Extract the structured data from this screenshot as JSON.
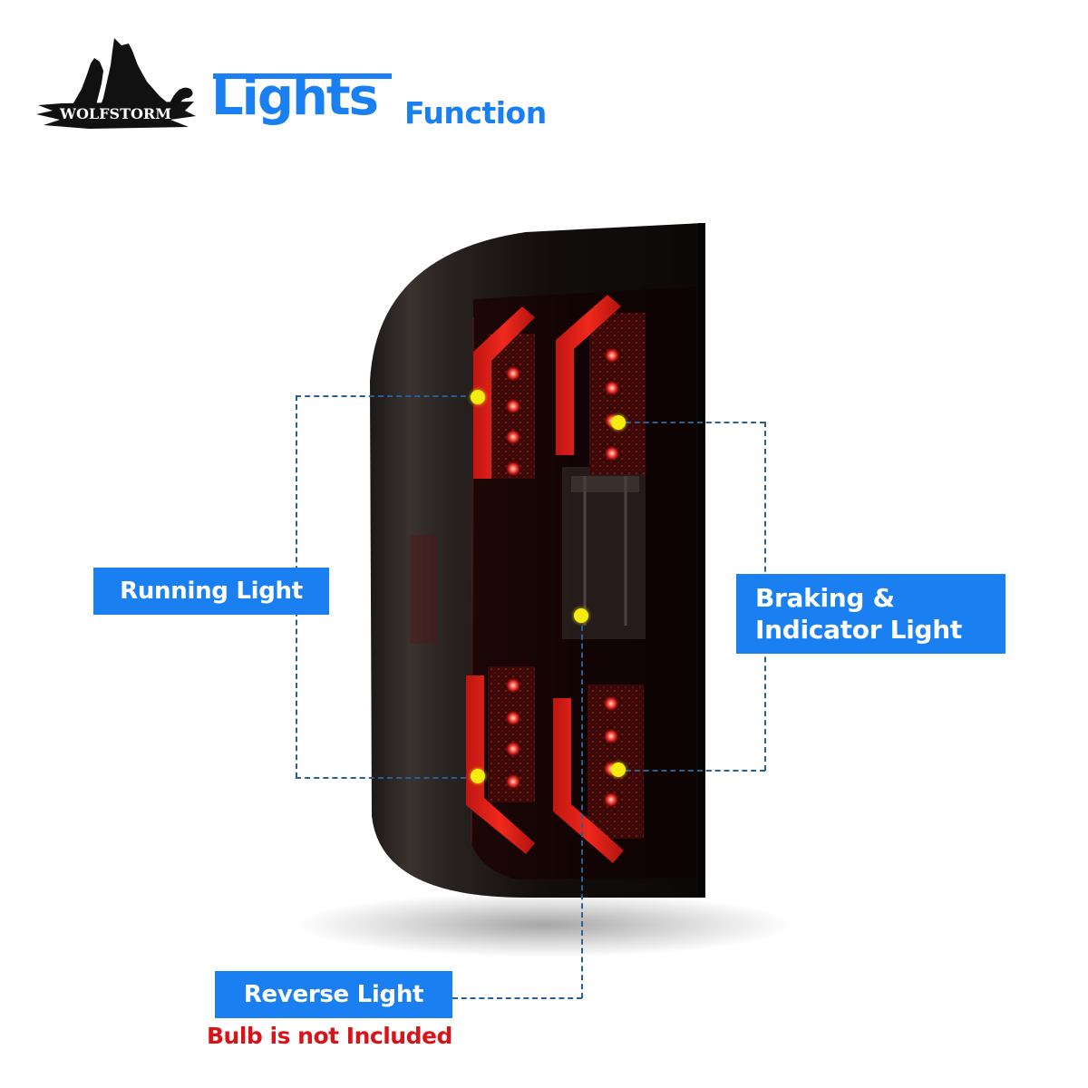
{
  "header": {
    "brand": "WOLFSTORM",
    "title_main": "Lights",
    "title_sub": "Function",
    "accent_color": "#1a7ff0"
  },
  "product": {
    "name": "tail-light-assembly",
    "icon": "tail-light-image"
  },
  "callouts": [
    {
      "id": "running",
      "label": "Running Light"
    },
    {
      "id": "braking",
      "label_line1": "Braking &",
      "label_line2": "Indicator Light"
    },
    {
      "id": "reverse",
      "label": "Reverse Light",
      "note": "Bulb is not Included"
    }
  ],
  "colors": {
    "label_bg": "#1a7ff0",
    "label_text": "#ffffff",
    "note_text": "#d8141b",
    "marker": "#f4ec10",
    "connector": "#2a5f93"
  }
}
